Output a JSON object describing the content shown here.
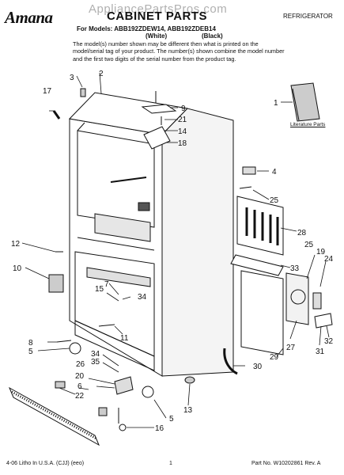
{
  "header": {
    "brand": "Amana",
    "watermark": "AppliancePartsPros.com",
    "title": "CABINET PARTS",
    "product_type": "REFRIGERATOR",
    "models_line": "For Models: ABB192ZDEW14, ABB192ZDEB14",
    "color_white": "(White)",
    "color_black": "(Black)",
    "intro": "The model(s) number shown may be different then what is printed on the model/serial tag of your product. The number(s) shown combine the model number and the first two digits of the serial number from the product tag."
  },
  "literature_label": "Literature Parts",
  "footer": {
    "left": "4-06 Litho In U.S.A. (CJJ) (eeo)",
    "page": "1",
    "right": "Part No. W10202861 Rev. A"
  },
  "callouts": [
    "1",
    "2",
    "3",
    "4",
    "5",
    "5",
    "6",
    "7",
    "8",
    "9",
    "10",
    "11",
    "12",
    "13",
    "14",
    "15",
    "16",
    "17",
    "18",
    "19",
    "20",
    "21",
    "22",
    "24",
    "25",
    "25",
    "26",
    "27",
    "28",
    "29",
    "30",
    "31",
    "32",
    "33",
    "34",
    "34",
    "35"
  ]
}
